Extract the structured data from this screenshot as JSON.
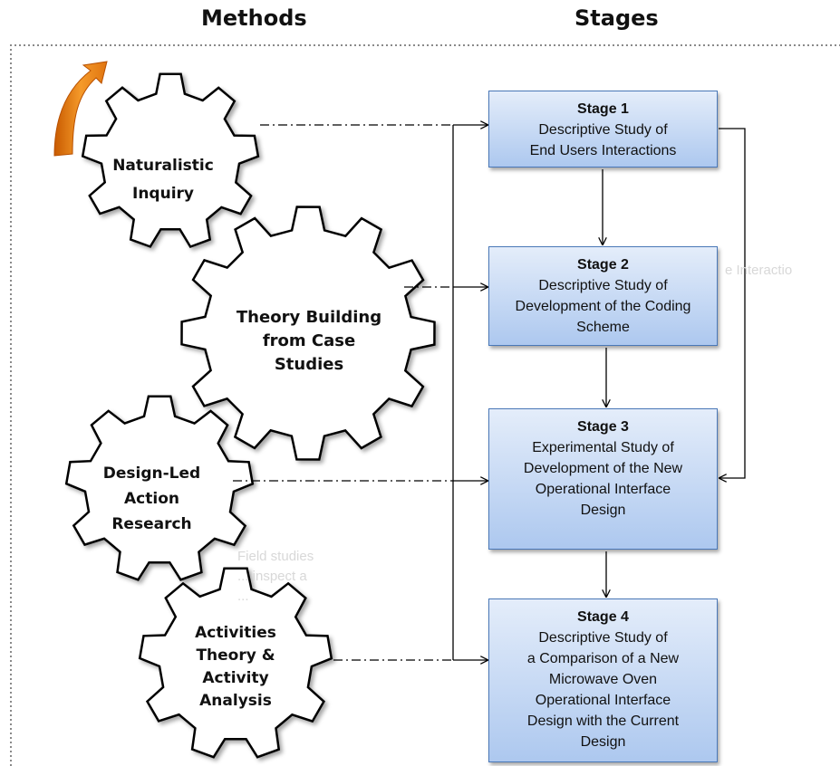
{
  "headers": {
    "methods": "Methods",
    "stages": "Stages"
  },
  "methods": [
    {
      "label": "Naturalistic\nInquiry"
    },
    {
      "label": "Theory Building\nfrom Case\nStudies"
    },
    {
      "label": "Design-Led\nAction\nResearch"
    },
    {
      "label": "Activities\nTheory &\nActivity\nAnalysis"
    }
  ],
  "stages": [
    {
      "title": "Stage 1",
      "description": "Descriptive Study of\nEnd Users Interactions"
    },
    {
      "title": "Stage 2",
      "description": "Descriptive Study of\nDevelopment of the Coding\nScheme"
    },
    {
      "title": "Stage 3",
      "description": "Experimental Study of\nDevelopment of the New\nOperational Interface\nDesign"
    },
    {
      "title": "Stage 4",
      "description": "Descriptive Study of\na Comparison of a New\nMicrowave Oven\nOperational Interface\nDesign with the Current\nDesign"
    }
  ],
  "faint_text": {
    "right": "e Interactio",
    "middle": "Field studies\n... inspect a\n..."
  },
  "colors": {
    "stage_fill_top": "#e4edfa",
    "stage_fill_bottom": "#adc8ef",
    "stage_border": "#4a78b8",
    "arrow_orange": "#f08a1c",
    "gear_stroke": "#000000"
  }
}
